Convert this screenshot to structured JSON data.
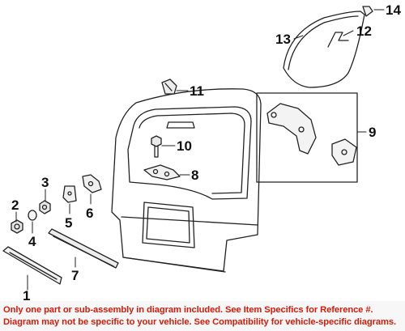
{
  "diagram": {
    "callouts": [
      "1",
      "2",
      "3",
      "4",
      "5",
      "6",
      "7",
      "8",
      "9",
      "10",
      "11",
      "12",
      "13",
      "14"
    ]
  },
  "disclaimer": {
    "line1": "Only one part or sub-assembly in diagram included. See Item Specifics for Reference #.",
    "line2": "Diagram may not be specific to your vehicle. See Compatibility for vehicle-specific diagrams.",
    "color": "#d81b0a"
  }
}
